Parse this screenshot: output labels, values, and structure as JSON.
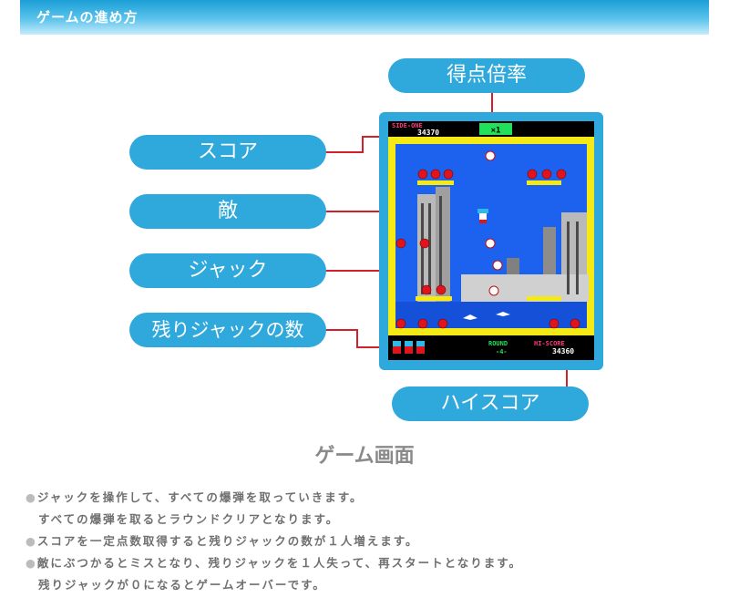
{
  "header": {
    "title": "ゲームの進め方"
  },
  "labels": {
    "multiplier": "得点倍率",
    "score": "スコア",
    "enemy": "敵",
    "jack": "ジャック",
    "lives": "残りジャックの数",
    "hiscore": "ハイスコア"
  },
  "game": {
    "side_one_label": "SIDE-ONE",
    "score_value": "34370",
    "multiplier_value": "×1",
    "round_label": "ROUND",
    "round_value": "-4-",
    "hiscore_label": "HI-SCORE",
    "hiscore_value": "34360"
  },
  "caption": "ゲーム画面",
  "description": [
    {
      "bullet": "●",
      "text": "ジャックを操作して、すべての爆弾を取っていきます。"
    },
    {
      "bullet": "",
      "text": "すべての爆弾を取るとラウンドクリアとなります。"
    },
    {
      "bullet": "●",
      "text": "スコアを一定点数取得すると残りジャックの数が１人増えます。"
    },
    {
      "bullet": "●",
      "text": "敵にぶつかるとミスとなり、残りジャックを１人失って、再スタートとなります。"
    },
    {
      "bullet": "",
      "text": "残りジャックが０になるとゲームオーバーです。"
    }
  ],
  "colors": {
    "accent": "#2fa8dc",
    "line": "#d4202a",
    "header": "#1b9fd6"
  }
}
